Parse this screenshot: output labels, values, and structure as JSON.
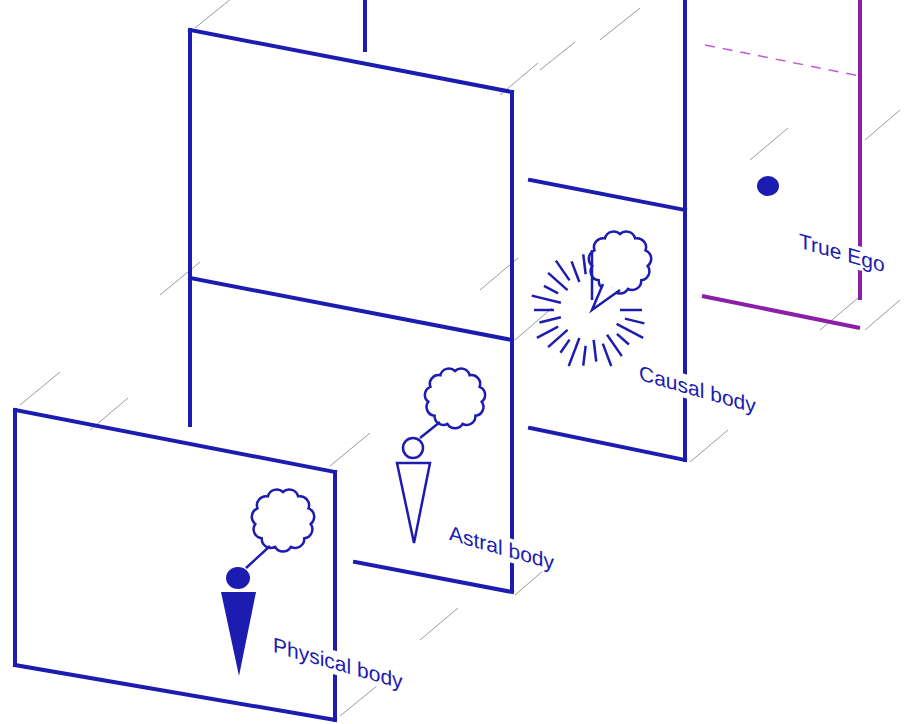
{
  "diagram": {
    "labels": [
      "Physical body",
      "Astral body",
      "Causal body",
      "True Ego"
    ]
  }
}
